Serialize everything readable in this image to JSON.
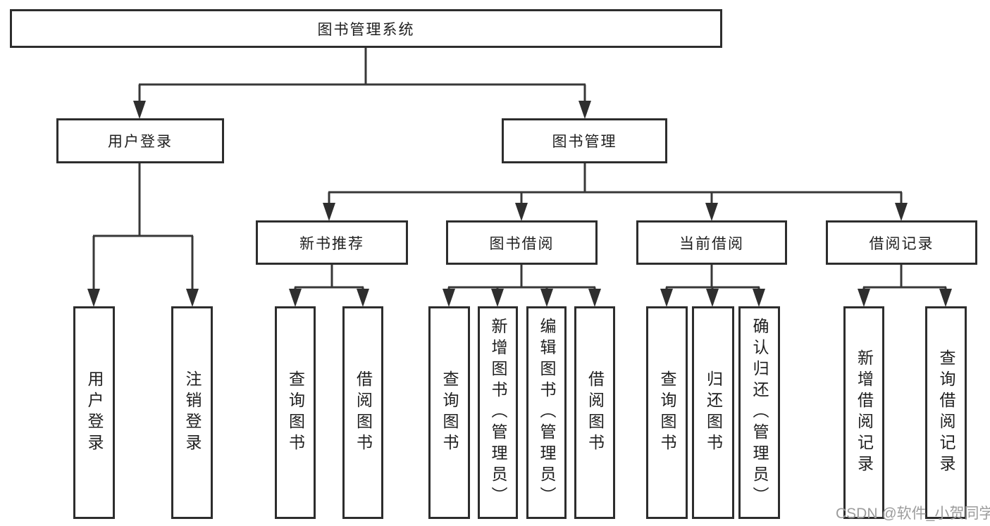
{
  "page": {
    "background": "#ffffff"
  },
  "colors": {
    "line": "#383838",
    "box_border": "#2d2d2d",
    "box_fill": "#ffffff",
    "text": "#1f1f1f",
    "watermark": "#9c9c9c"
  },
  "watermark": {
    "text": "CSDN @软件_小贺同学"
  },
  "tree": {
    "root": {
      "label": "图书管理系统"
    },
    "children": {
      "user_login": {
        "label": "用户登录",
        "children": [
          "用户登录",
          "注销登录"
        ]
      },
      "book_management": {
        "label": "图书管理",
        "children": {
          "new_book_recommend": {
            "label": "新书推荐",
            "children": [
              "查询图书",
              "借阅图书"
            ]
          },
          "book_borrow": {
            "label": "图书借阅",
            "children": [
              "查询图书",
              "新增图书（管理员）",
              "编辑图书（管理员）",
              "借阅图书"
            ]
          },
          "current_borrow": {
            "label": "当前借阅",
            "children": [
              "查询图书",
              "归还图书",
              "确认归还（管理员）"
            ]
          },
          "borrow_records": {
            "label": "借阅记录",
            "children": [
              "新增借阅记录",
              "查询借阅记录"
            ]
          }
        }
      }
    }
  }
}
